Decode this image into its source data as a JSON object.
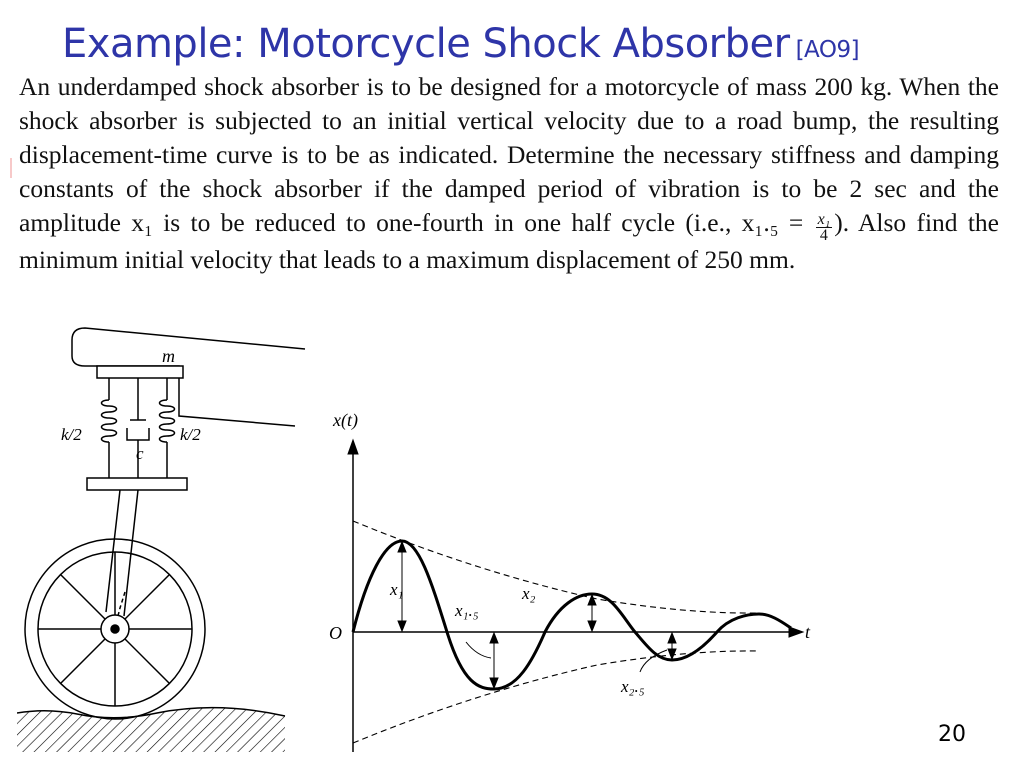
{
  "slide": {
    "title": "Example: Motorcycle Shock  Absorber",
    "title_tag": "[AO9]",
    "page_number": "20",
    "title_color": "#2e35a8"
  },
  "problem": {
    "text_before_frac": "An underdamped shock absorber is to be designed for a motorcycle of mass 200 kg.  When the shock absorber is subjected to an initial vertical velocity due to a road bump, the resulting displacement-time curve is to be as indicated. Determine the necessary stiffness and damping constants of the shock absorber if the damped period of vibration is to be 2 sec and the amplitude x₁ is to be reduced to one-fourth in one half cycle (i.e., x₁.₅ = ",
    "frac_num": "x₁",
    "frac_den": "4",
    "text_after_frac": "). Also find the minimum initial velocity that leads to a maximum displacement of 250 mm."
  },
  "figure": {
    "mass_label": "m",
    "spring_left_label": "k/2",
    "spring_right_label": "k/2",
    "damper_label": "c",
    "y_axis_label": "x(t)",
    "x_axis_label": "t",
    "origin_label": "O",
    "x1_label": "x₁",
    "x15_label": "x₁.₅",
    "x2_label": "x₂",
    "x25_label": "x₂.₅"
  }
}
